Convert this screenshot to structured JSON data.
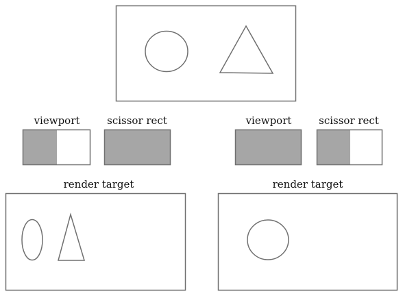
{
  "labels": {
    "viewport": "viewport",
    "scissor_rect": "scissor rect",
    "render_target": "render target"
  },
  "colors": {
    "shaded": "#a6a6a6",
    "stroke": "#707070",
    "background": "#ffffff"
  }
}
